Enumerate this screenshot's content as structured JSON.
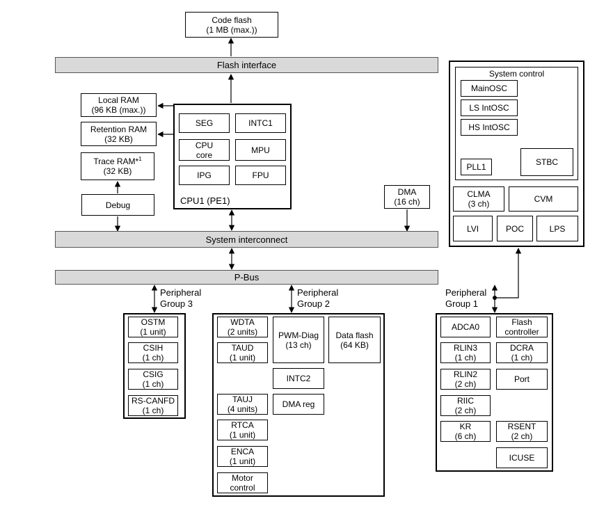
{
  "flash": {
    "code_flash": "Code flash\n(1 MB (max.))"
  },
  "buses": {
    "flash_interface": "Flash interface",
    "system_interconnect": "System interconnect",
    "pbus": "P-Bus"
  },
  "memories": {
    "local_ram": "Local RAM\n(96 KB (max.))",
    "retention_ram": "Retention RAM\n(32 KB)",
    "trace_ram_name": "Trace RAM*",
    "trace_ram_note": "1",
    "trace_ram_size": "(32 KB)",
    "debug": "Debug"
  },
  "cpu": {
    "title": "CPU1 (PE1)",
    "units": [
      "SEG",
      "INTC1",
      "CPU\ncore",
      "MPU",
      "IPG",
      "FPU"
    ]
  },
  "dma": "DMA\n(16 ch)",
  "system_control": {
    "title": "System control",
    "blocks": [
      "MainOSC",
      "LS IntOSC",
      "HS IntOSC",
      "PLL1",
      "STBC"
    ],
    "monitors": [
      "CLMA\n(3 ch)",
      "CVM",
      "LVI",
      "POC",
      "LPS"
    ]
  },
  "group3": {
    "label": "Peripheral\nGroup 3",
    "items": [
      "OSTM\n(1 unit)",
      "CSIH\n(1 ch)",
      "CSIG\n(1 ch)",
      "RS-CANFD\n(1 ch)"
    ]
  },
  "group2": {
    "label": "Peripheral\nGroup 2",
    "items": [
      "WDTA\n(2 units)",
      "TAUD\n(1 unit)",
      "PWM-Diag\n(13 ch)",
      "Data flash\n(64 KB)",
      "INTC2",
      "DMA reg",
      "TAUJ\n(4 units)",
      "RTCA\n(1 unit)",
      "ENCA\n(1 unit)",
      "Motor\ncontrol"
    ]
  },
  "group1": {
    "label": "Peripheral\nGroup 1",
    "items": [
      "ADCA0",
      "Flash\ncontroller",
      "RLIN3\n(1 ch)",
      "DCRA\n(1 ch)",
      "RLIN2\n(2 ch)",
      "Port",
      "RIIC\n(2 ch)",
      "KR\n(6 ch)",
      "RSENT\n(2 ch)",
      "ICUSE"
    ]
  }
}
